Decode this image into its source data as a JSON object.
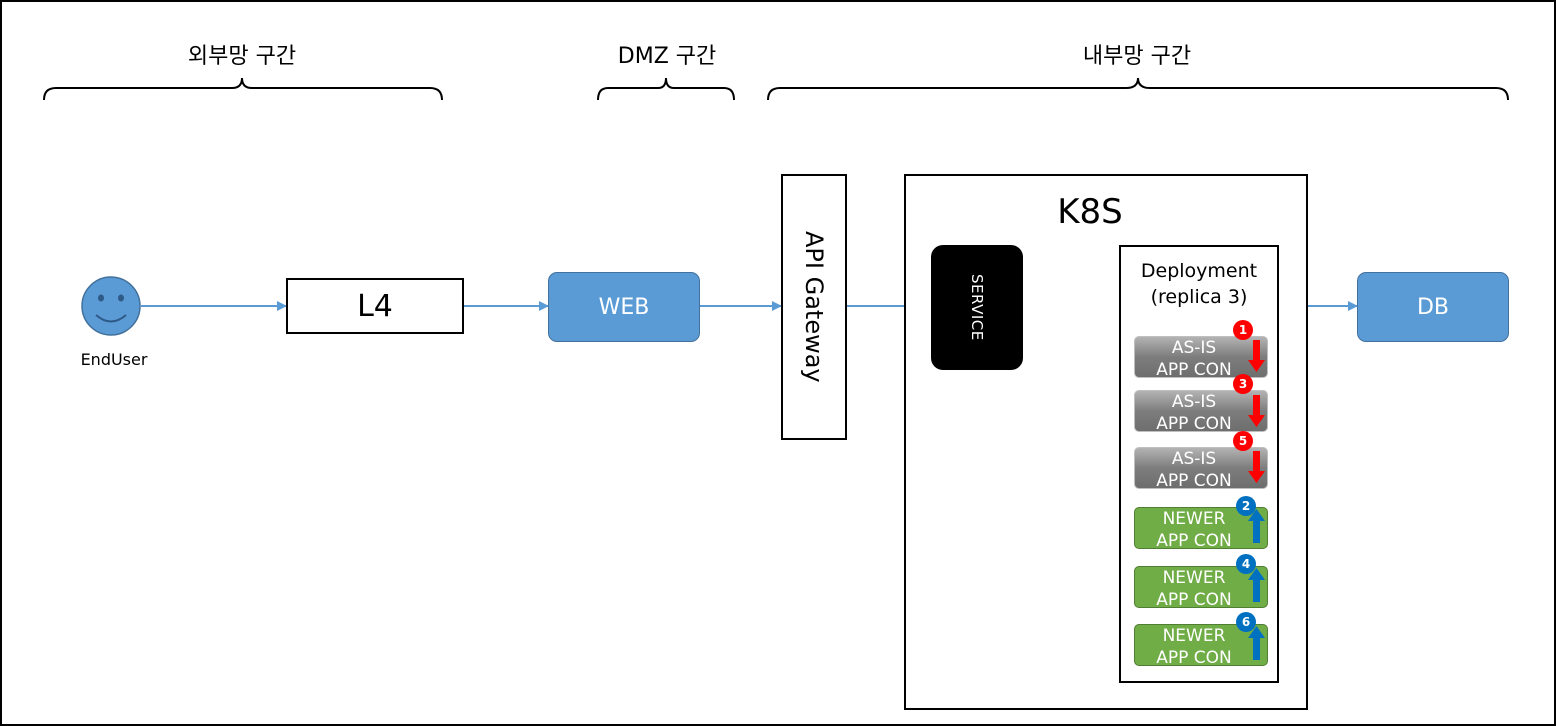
{
  "zones": [
    {
      "label": "외부망 구간"
    },
    {
      "label": "DMZ 구간"
    },
    {
      "label": "내부망 구간"
    }
  ],
  "nodes": {
    "end_user": "EndUser",
    "l4": "L4",
    "web": "WEB",
    "api_gateway": "API Gateway",
    "k8s": "K8S",
    "service": "SERVICE",
    "deployment_title": "Deployment",
    "deployment_subtitle": "(replica 3)",
    "db": "DB"
  },
  "pods": [
    {
      "line1": "AS-IS",
      "line2": "APP CON",
      "kind": "as-is",
      "order": "1",
      "direction": "down"
    },
    {
      "line1": "AS-IS",
      "line2": "APP CON",
      "kind": "as-is",
      "order": "3",
      "direction": "down"
    },
    {
      "line1": "AS-IS",
      "line2": "APP CON",
      "kind": "as-is",
      "order": "5",
      "direction": "down"
    },
    {
      "line1": "NEWER",
      "line2": "APP CON",
      "kind": "newer",
      "order": "2",
      "direction": "up"
    },
    {
      "line1": "NEWER",
      "line2": "APP CON",
      "kind": "newer",
      "order": "4",
      "direction": "up"
    },
    {
      "line1": "NEWER",
      "line2": "APP CON",
      "kind": "newer",
      "order": "6",
      "direction": "up"
    }
  ],
  "colors": {
    "node_blue": "#5b9bd5",
    "arrow": "#5b9bd5",
    "as_is": "#7d7d7d",
    "newer": "#70ad47",
    "down_arrow": "#ff0000",
    "up_arrow": "#0070c0",
    "user_face": "#5b9bd5"
  },
  "icons": {
    "user": "smiley-face-icon",
    "down": "down-arrow-icon",
    "up": "up-arrow-icon"
  }
}
